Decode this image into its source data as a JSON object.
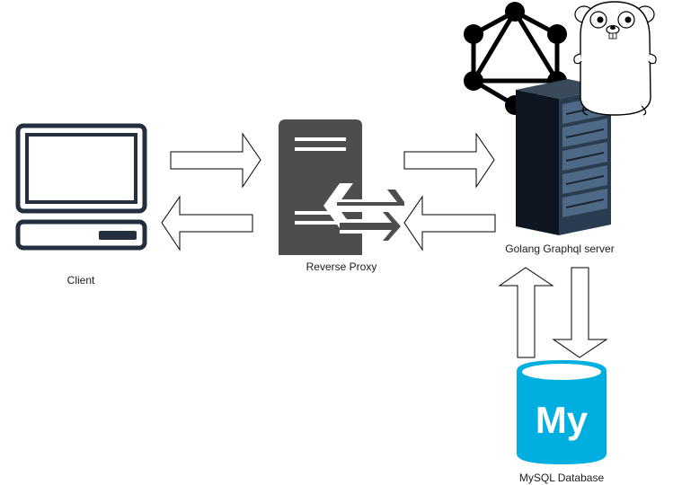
{
  "nodes": {
    "client": {
      "label": "Client",
      "icon": "computer-monitor-icon"
    },
    "proxy": {
      "label": "Reverse Proxy",
      "icon": "reverse-proxy-server-icon"
    },
    "server": {
      "label": "Golang Graphql server",
      "icons": [
        "graphql-logo-icon",
        "go-gopher-icon",
        "server-rack-icon"
      ]
    },
    "database": {
      "label": "MySQL Database",
      "icon": "mysql-database-icon",
      "logo_text": "My"
    }
  },
  "colors": {
    "monitor": "#232f3e",
    "proxy": "#4d4d4d",
    "graphql": "#000000",
    "mysql": "#00aee0",
    "arrow_fill": "#ffffff",
    "arrow_stroke": "#000000"
  }
}
